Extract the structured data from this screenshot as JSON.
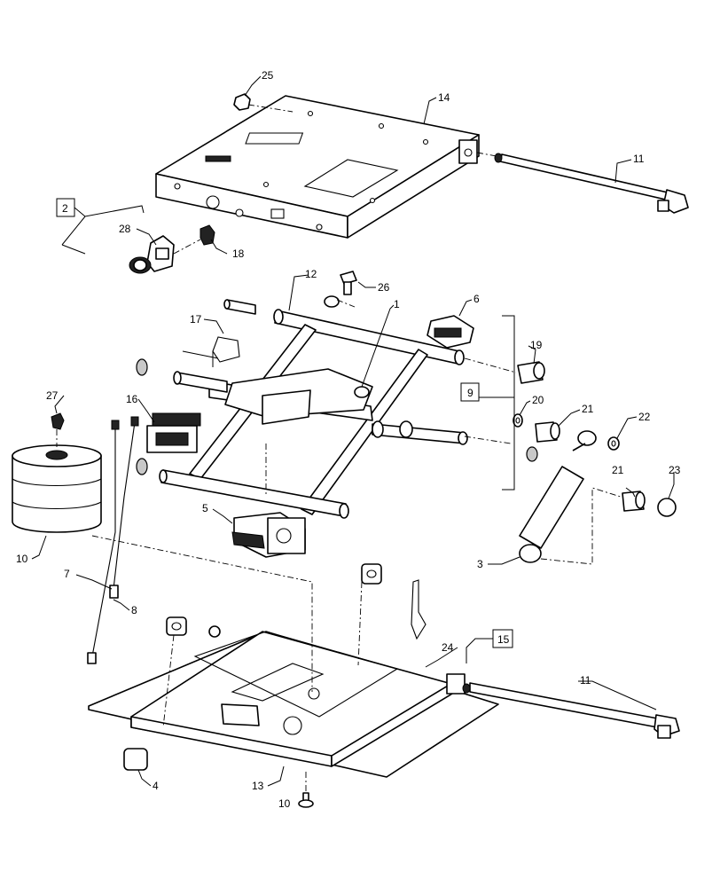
{
  "callouts": {
    "c1": "1",
    "c2": "2",
    "c3": "3",
    "c4": "4",
    "c5": "5",
    "c6": "6",
    "c7": "7",
    "c8": "8",
    "c9": "9",
    "c10a": "10",
    "c10b": "10",
    "c11a": "11",
    "c11b": "11",
    "c12": "12",
    "c13": "13",
    "c14": "14",
    "c15": "15",
    "c16": "16",
    "c17": "17",
    "c18": "18",
    "c19": "19",
    "c20": "20",
    "c21a": "21",
    "c21b": "21",
    "c22": "22",
    "c23": "23",
    "c24": "24",
    "c25": "25",
    "c26": "26",
    "c27": "27",
    "c28": "28"
  }
}
